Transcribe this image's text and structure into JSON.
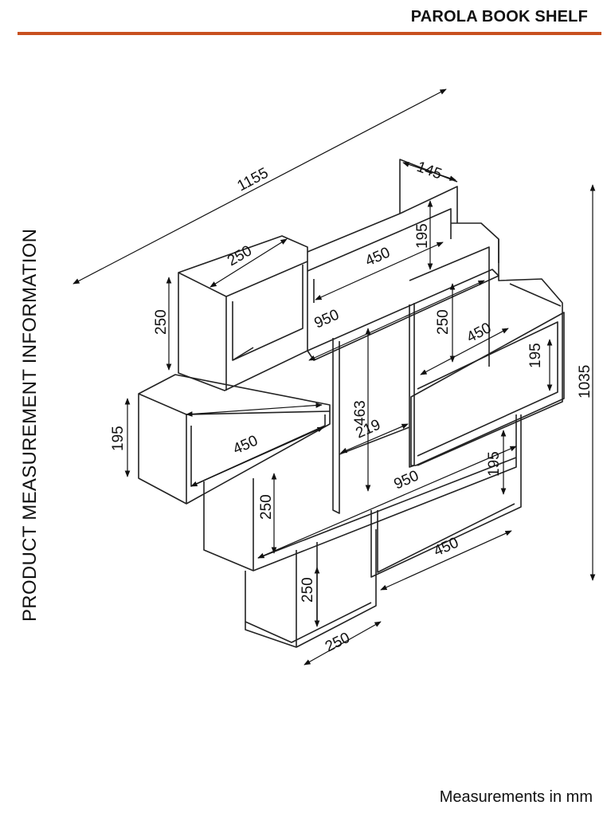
{
  "header": {
    "title": "PAROLA BOOK SHELF",
    "accent_color": "#c8501f"
  },
  "side_label": "PRODUCT MEASUREMENT INFORMATION",
  "footer": {
    "units_note": "Measurements in mm"
  },
  "dimensions": {
    "overall_width": "1155",
    "overall_height": "1035",
    "depth": "145",
    "top_box_width": "250",
    "top_box_height": "250",
    "upper_shelf_width": "450",
    "upper_shelf_height": "195",
    "long_board_upper": "950",
    "right_column_height": "250",
    "right_shelf_width": "450",
    "right_shelf_height": "195",
    "left_shelf_height": "195",
    "left_shelf_width": "450",
    "center_height": "463",
    "center_width": "219",
    "long_board_lower": "950",
    "lower_left_height": "250",
    "lower_right_height": "195",
    "lower_right_width": "450",
    "bottom_box_height": "250",
    "bottom_box_width": "250"
  }
}
